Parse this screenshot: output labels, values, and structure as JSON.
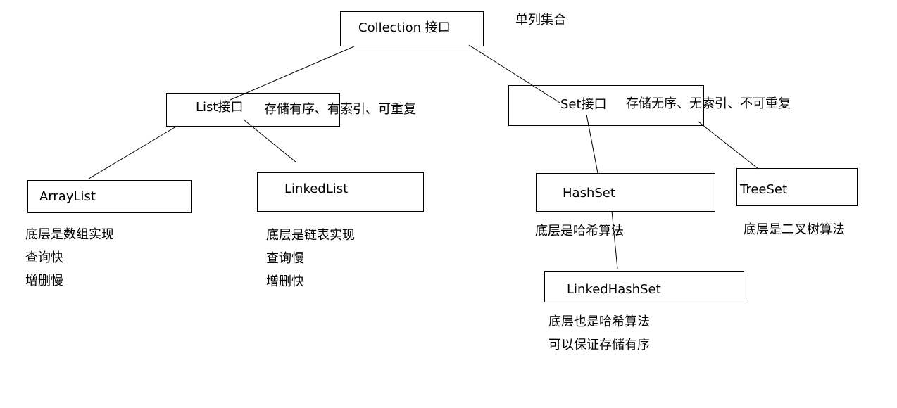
{
  "top_note": "单列集合",
  "nodes": {
    "collection": {
      "label": "Collection  接口"
    },
    "list": {
      "label": "List接口",
      "desc": "存储有序、有索引、可重复"
    },
    "set": {
      "label": "Set接口",
      "desc": "存储无序、无索引、不可重复"
    },
    "arraylist": {
      "label": "ArrayList",
      "notes": [
        "底层是数组实现",
        "查询快",
        "增删慢"
      ]
    },
    "linkedlist": {
      "label": "LinkedList",
      "notes": [
        "底层是链表实现",
        "查询慢",
        "增删快"
      ]
    },
    "hashset": {
      "label": "HashSet",
      "notes": [
        "底层是哈希算法"
      ]
    },
    "treeset": {
      "label": "TreeSet",
      "notes": [
        "底层是二叉树算法"
      ]
    },
    "linkedhashset": {
      "label": "LinkedHashSet",
      "notes": [
        "底层也是哈希算法",
        "可以保证存储有序"
      ]
    }
  }
}
